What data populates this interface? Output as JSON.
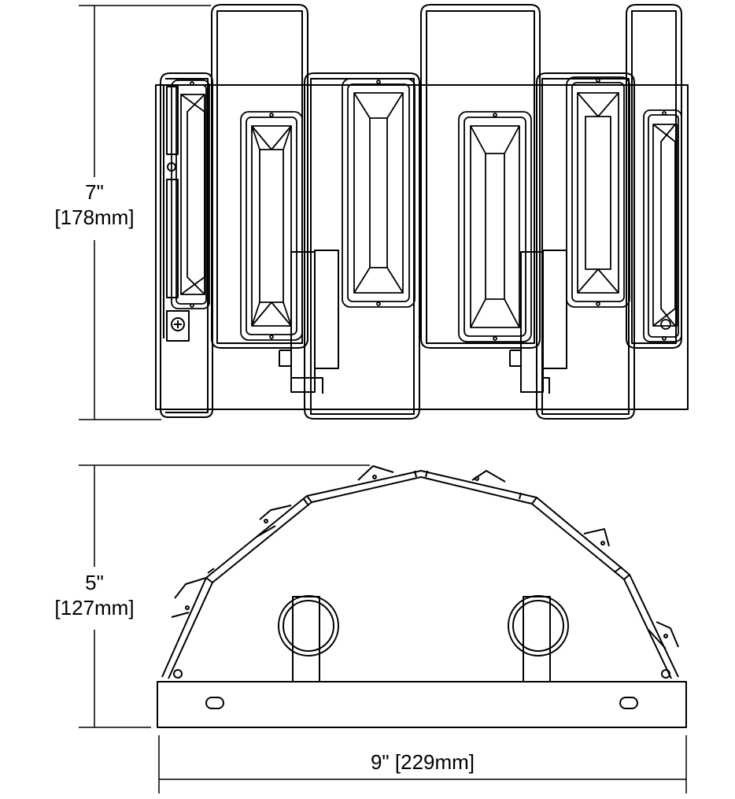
{
  "dimensions": {
    "height": {
      "imperial": "7\"",
      "metric": "[178mm]"
    },
    "depth": {
      "imperial": "5\"",
      "metric": "[127mm]"
    },
    "width": {
      "label": "9\" [229mm]"
    }
  },
  "colors": {
    "line": "#000000",
    "background": "#ffffff"
  }
}
